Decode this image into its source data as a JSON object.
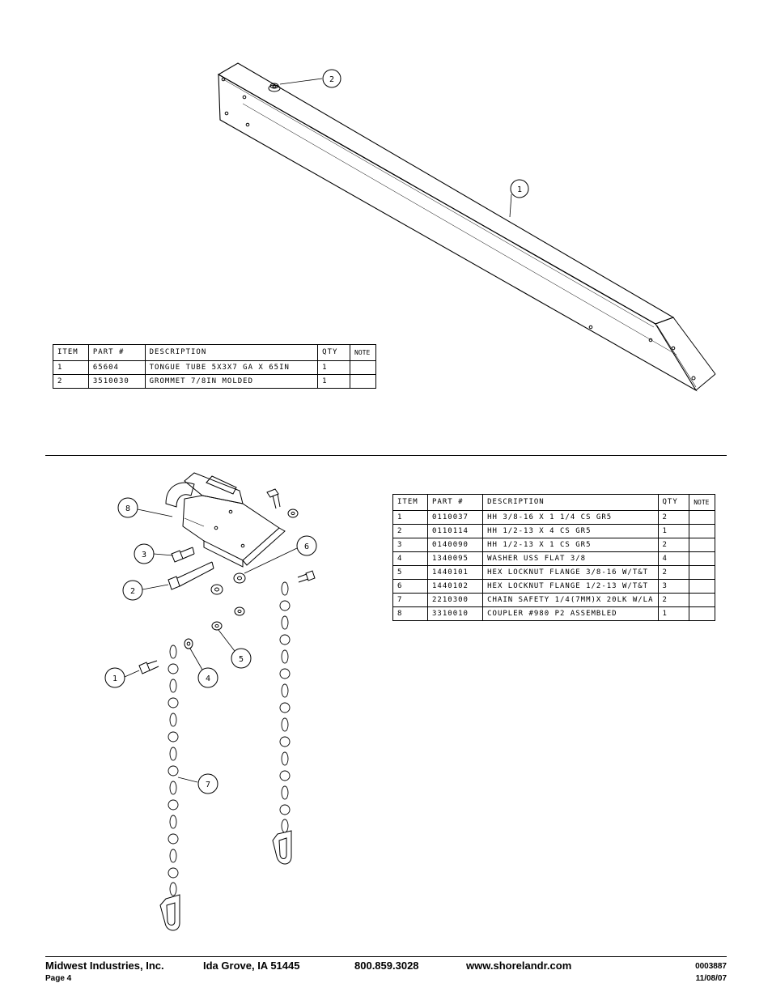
{
  "bom_headers": {
    "item": "ITEM",
    "part": "PART #",
    "description": "DESCRIPTION",
    "qty": "QTY",
    "note": "NOTE"
  },
  "bom_top": [
    {
      "item": "1",
      "part": "65604",
      "description": "TONGUE TUBE 5X3X7 GA X 65IN",
      "qty": "1",
      "note": ""
    },
    {
      "item": "2",
      "part": "3510030",
      "description": "GROMMET  7/8IN MOLDED",
      "qty": "1",
      "note": ""
    }
  ],
  "bom_bottom": [
    {
      "item": "1",
      "part": "0110037",
      "description": "HH 3/8-16 X 1 1/4 CS GR5",
      "qty": "2",
      "note": ""
    },
    {
      "item": "2",
      "part": "0110114",
      "description": "HH 1/2-13 X 4 CS GR5",
      "qty": "1",
      "note": ""
    },
    {
      "item": "3",
      "part": "0140090",
      "description": "HH 1/2-13 X 1 CS GR5",
      "qty": "2",
      "note": ""
    },
    {
      "item": "4",
      "part": "1340095",
      "description": "WASHER USS FLAT 3/8",
      "qty": "4",
      "note": ""
    },
    {
      "item": "5",
      "part": "1440101",
      "description": "HEX LOCKNUT FLANGE 3/8-16 W/T&T",
      "qty": "2",
      "note": ""
    },
    {
      "item": "6",
      "part": "1440102",
      "description": "HEX LOCKNUT FLANGE 1/2-13 W/T&T",
      "qty": "3",
      "note": ""
    },
    {
      "item": "7",
      "part": "2210300",
      "description": "CHAIN SAFETY 1/4(7MM)X 20LK W/LA",
      "qty": "2",
      "note": ""
    },
    {
      "item": "8",
      "part": "3310010",
      "description": "COUPLER #980 P2 ASSEMBLED",
      "qty": "1",
      "note": ""
    }
  ],
  "callouts_top": [
    "2",
    "1"
  ],
  "callouts_bottom": [
    "8",
    "3",
    "2",
    "6",
    "5",
    "4",
    "1",
    "7"
  ],
  "footer": {
    "company": "Midwest Industries, Inc.",
    "location": "Ida Grove, IA  51445",
    "phone": "800.859.3028",
    "website": "www.shorelandr.com",
    "page": "Page 4",
    "doc_number": "0003887",
    "date": "11/08/07"
  }
}
